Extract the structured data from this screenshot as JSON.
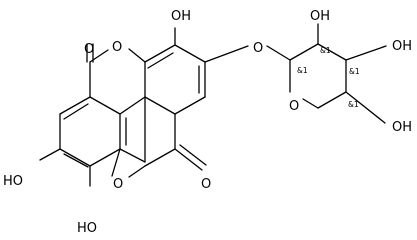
{
  "molecule": {
    "labels": {
      "oh_top": "OH",
      "o_ring_top": "O",
      "o_carbonyl_top": "O",
      "o_glycoside": "O",
      "oh_sugar_c2": "OH",
      "oh_sugar_c3": "OH",
      "oh_sugar_c4": "OH",
      "o_sugar_ring": "O",
      "ho_left": "HO",
      "ho_bottom": "HO",
      "o_ring_bottom": "O",
      "o_carbonyl_bottom": "O"
    },
    "stereo_labels": {
      "c1": "&1",
      "c2": "&1",
      "c3": "&1",
      "c4": "&1"
    },
    "colors": {
      "bond": "#000000",
      "text": "#000000",
      "background": "#ffffff"
    }
  }
}
